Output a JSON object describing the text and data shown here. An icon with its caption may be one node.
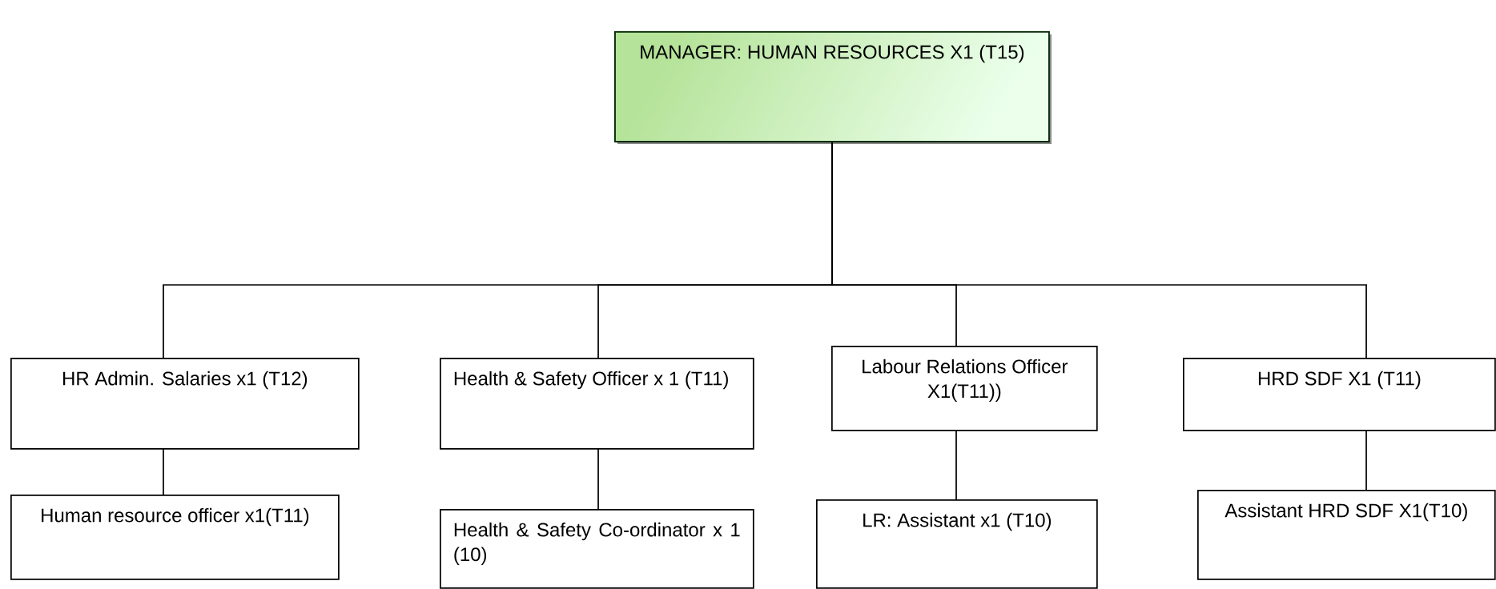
{
  "diagram": {
    "nodes": [
      {
        "text": [
          "MANAGER: HUMAN RESOURCES X1 (T15)"
        ]
      },
      {
        "text": [
          "HR Admin. Salaries x1 (T12)"
        ]
      },
      {
        "text": [
          "Health & Safety Officer x 1 (T11)"
        ]
      },
      {
        "text": [
          "Labour Relations Officer X1(T11))"
        ]
      },
      {
        "text": [
          "HRD SDF X1 (T11)"
        ]
      },
      {
        "text": [
          "Human resource officer x1(T11)"
        ]
      },
      {
        "text": [
          "Health & Safety Co-ordinator x 1 (10)"
        ]
      },
      {
        "text": [
          "LR: Assistant x1 (T10)"
        ]
      },
      {
        "text": [
          "Assistant HRD SDF X1(T10)"
        ]
      }
    ],
    "edges": [
      {
        "from": 0,
        "to": 1,
        "arrow": "none"
      },
      {
        "from": 0,
        "to": 2,
        "arrow": "none"
      },
      {
        "from": 0,
        "to": 3,
        "arrow": "none"
      },
      {
        "from": 0,
        "to": 4,
        "arrow": "none"
      },
      {
        "from": 1,
        "to": 5,
        "arrow": "none"
      },
      {
        "from": 2,
        "to": 6,
        "arrow": "none"
      },
      {
        "from": 3,
        "to": 7,
        "arrow": "none"
      },
      {
        "from": 4,
        "to": 8,
        "arrow": "none"
      }
    ]
  }
}
